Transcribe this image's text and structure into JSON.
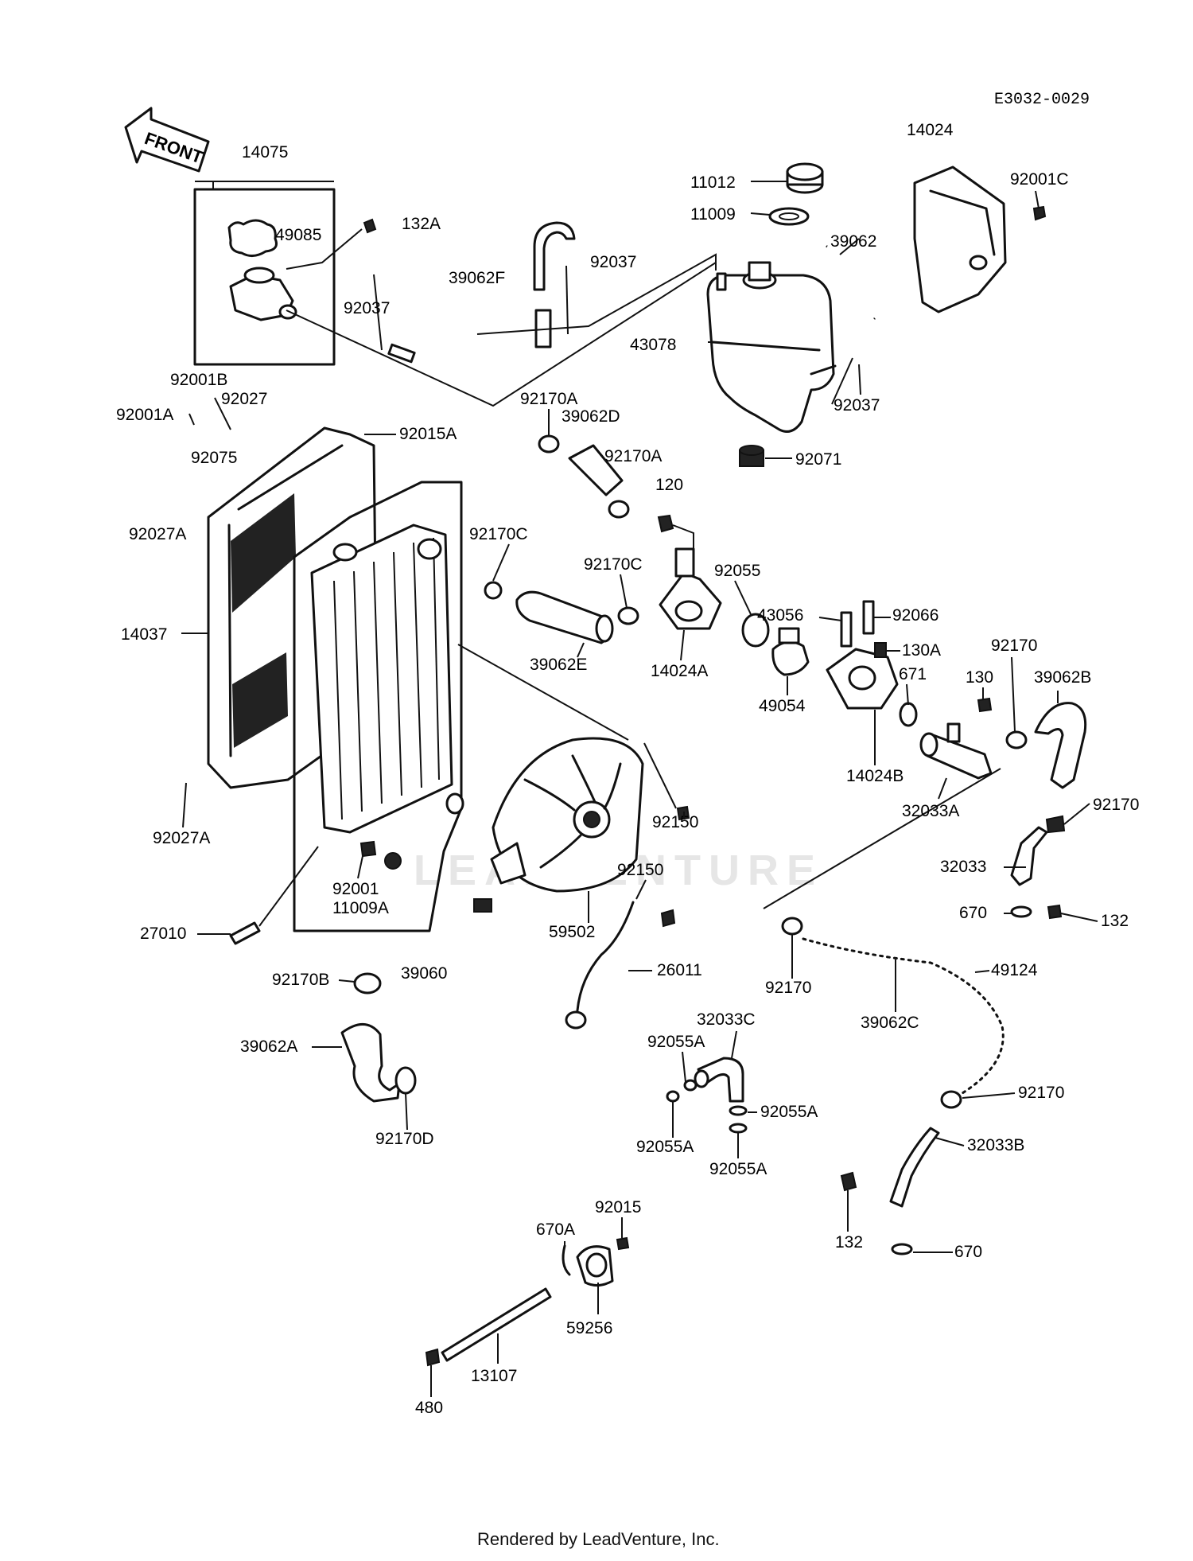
{
  "diagram_code": "E3032-0029",
  "front_arrow": "FRONT",
  "watermark": "LEADVENTURE",
  "footer": "Rendered by LeadVenture, Inc.",
  "colors": {
    "ink": "#111111",
    "background": "#ffffff",
    "watermark": "#e6e6e6"
  },
  "parts": {
    "p14075": "14075",
    "p49085": "49085",
    "p132A": "132A",
    "p92037_a": "92037",
    "p39062F": "39062F",
    "p92037_b": "92037",
    "p11012": "11012",
    "p11009": "11009",
    "p14024": "14024",
    "p92001C": "92001C",
    "p39062": "39062",
    "p43078": "43078",
    "p92037_c": "92037",
    "p92071": "92071",
    "p92001B": "92001B",
    "p92027": "92027",
    "p92001A": "92001A",
    "p92015A": "92015A",
    "p92170A_a": "92170A",
    "p39062D": "39062D",
    "p92170A_b": "92170A",
    "p92075": "92075",
    "p92027A_a": "92027A",
    "p120": "120",
    "p92170C_a": "92170C",
    "p92170C_b": "92170C",
    "p92055": "92055",
    "p43056": "43056",
    "p92066": "92066",
    "p130A": "130A",
    "p14037": "14037",
    "p39062E": "39062E",
    "p14024A": "14024A",
    "p49054": "49054",
    "p671": "671",
    "p92170_a": "92170",
    "p130": "130",
    "p39062B": "39062B",
    "p14024B": "14024B",
    "p32033A": "32033A",
    "p92150_a": "92150",
    "p92170_b": "92170",
    "p92027A_b": "92027A",
    "p32033": "32033",
    "p92001": "92001",
    "p92150_b": "92150",
    "p670_a": "670",
    "p132_a": "132",
    "p11009A": "11009A",
    "p59502": "59502",
    "p27010": "27010",
    "p92170_c": "92170",
    "p49124": "49124",
    "p92170B": "92170B",
    "p39060": "39060",
    "p26011": "26011",
    "p39062C": "39062C",
    "p32033C": "32033C",
    "p39062A": "39062A",
    "p92055A_a": "92055A",
    "p92170_d": "92170",
    "p92055A_b": "92055A",
    "p92170D": "92170D",
    "p92055A_c": "92055A",
    "p92055A_d": "92055A",
    "p32033B": "32033B",
    "p132_b": "132",
    "p92015": "92015",
    "p670A": "670A",
    "p670_b": "670",
    "p59256": "59256",
    "p13107": "13107",
    "p480": "480"
  }
}
